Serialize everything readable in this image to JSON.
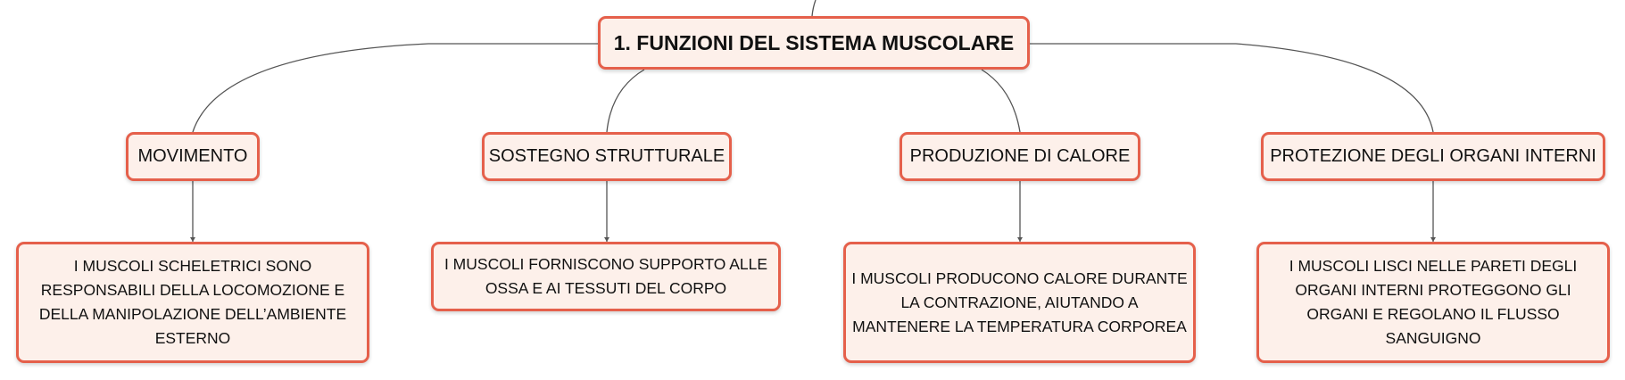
{
  "root": {
    "label": "1. FUNZIONI DEL SISTEMA MUSCOLARE"
  },
  "branches": [
    {
      "label": "MOVIMENTO",
      "detail": "I MUSCOLI SCHELETRICI SONO RESPONSABILI DELLA LOCOMOZIONE E DELLA MANIPOLAZIONE DELL’AMBIENTE ESTERNO"
    },
    {
      "label": "SOSTEGNO STRUTTURALE",
      "detail": "I MUSCOLI FORNISCONO SUPPORTO ALLE OSSA E AI TESSUTI DEL CORPO"
    },
    {
      "label": "PRODUZIONE DI CALORE",
      "detail": "I MUSCOLI PRODUCONO CALORE DURANTE LA CONTRAZIONE, AIUTANDO A MANTENERE LA TEMPERATURA CORPOREA"
    },
    {
      "label": "PROTEZIONE DEGLI ORGANI INTERNI",
      "detail": "I MUSCOLI LISCI NELLE PARETI DEGLI ORGANI INTERNI PROTEGGONO GLI ORGANI E REGOLANO IL FLUSSO SANGUIGNO"
    }
  ],
  "colors": {
    "node_fill": "#fdf0ea",
    "node_border": "#e5604b",
    "connector": "#555555"
  }
}
